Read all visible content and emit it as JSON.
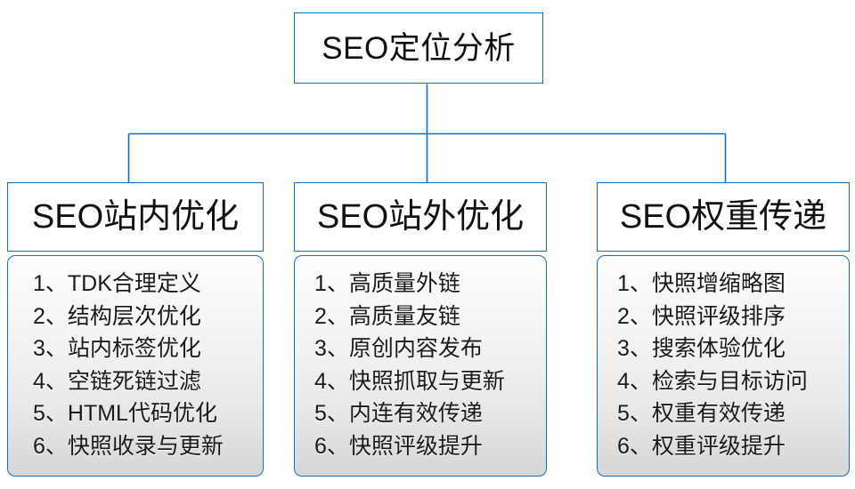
{
  "diagram": {
    "type": "organization-tree",
    "accent_color": "#1070c0",
    "text_color": "#1a1a1a",
    "body_background_top": "#fdfdfd",
    "body_background_bottom": "#d6d6d6",
    "root": {
      "label": "SEO定位分析"
    },
    "branches": [
      {
        "title": "SEO站内优化",
        "items": [
          {
            "num": "1、",
            "text": "TDK合理定义"
          },
          {
            "num": "2、",
            "text": "结构层次优化"
          },
          {
            "num": "3、",
            "text": "站内标签优化"
          },
          {
            "num": "4、",
            "text": "空链死链过滤"
          },
          {
            "num": "5、",
            "text": "HTML代码优化"
          },
          {
            "num": "6、",
            "text": "快照收录与更新"
          }
        ]
      },
      {
        "title": "SEO站外优化",
        "items": [
          {
            "num": "1、",
            "text": "高质量外链"
          },
          {
            "num": "2、",
            "text": "高质量友链"
          },
          {
            "num": "3、",
            "text": "原创内容发布"
          },
          {
            "num": "4、",
            "text": "快照抓取与更新"
          },
          {
            "num": "5、",
            "text": "内连有效传递"
          },
          {
            "num": "6、",
            "text": "快照评级提升"
          }
        ]
      },
      {
        "title": "SEO权重传递",
        "items": [
          {
            "num": "1、",
            "text": "快照增缩略图"
          },
          {
            "num": "2、",
            "text": "快照评级排序"
          },
          {
            "num": "3、",
            "text": "搜索体验优化"
          },
          {
            "num": "4、",
            "text": "检索与目标访问"
          },
          {
            "num": "5、",
            "text": "权重有效传递"
          },
          {
            "num": "6、",
            "text": "权重评级提升"
          }
        ]
      }
    ]
  }
}
